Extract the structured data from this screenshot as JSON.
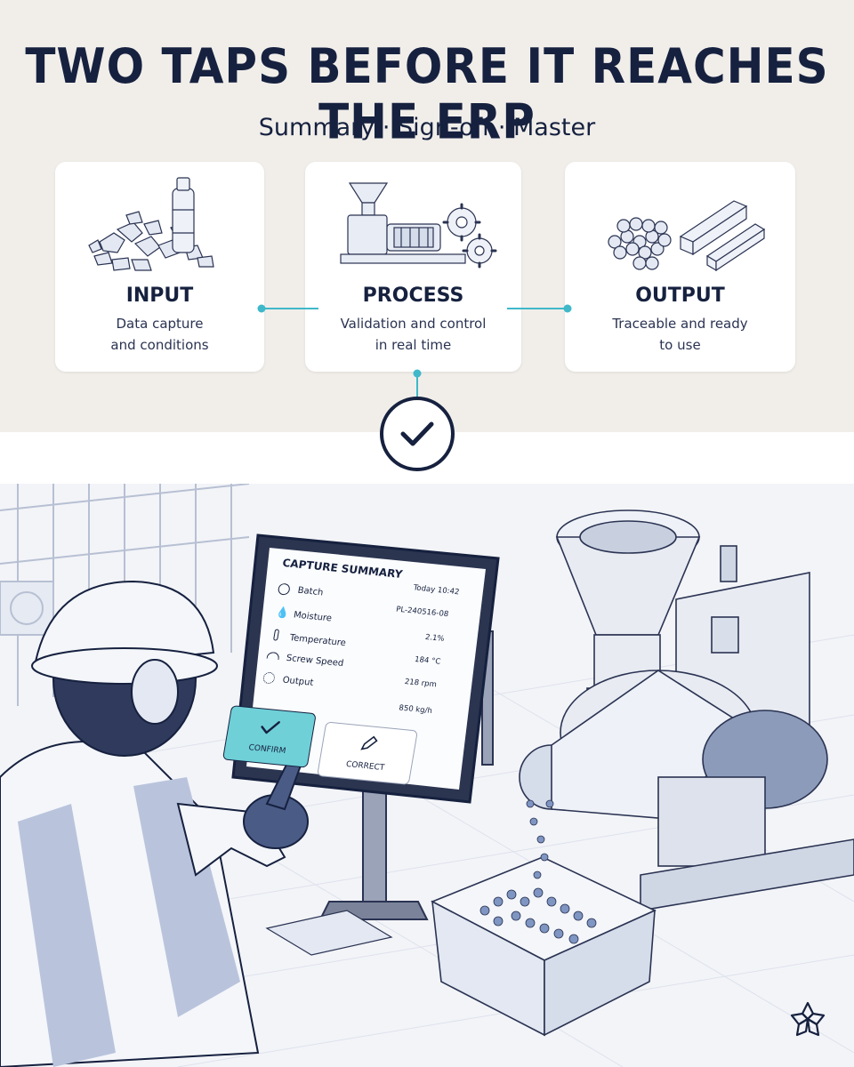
{
  "header": {
    "title": "TWO TAPS BEFORE IT REACHES THE ERP",
    "subtitle": "Summary · Sign-off · Master"
  },
  "cards": [
    {
      "heading": "INPUT",
      "line1": "Data capture",
      "line2": "and conditions"
    },
    {
      "heading": "PROCESS",
      "line1": "Validation and control",
      "line2": "in real time"
    },
    {
      "heading": "OUTPUT",
      "line1": "Traceable and ready",
      "line2": "to use"
    }
  ],
  "tablet": {
    "title": "CAPTURE SUMMARY",
    "timestamp": "Today 10:42",
    "rows": [
      {
        "label": "Batch",
        "value": "PL-240516-08",
        "icon": "clock-icon"
      },
      {
        "label": "Moisture",
        "value": "2.1%",
        "icon": "droplet-icon"
      },
      {
        "label": "Temperature",
        "value": "184 °C",
        "icon": "thermometer-icon"
      },
      {
        "label": "Screw Speed",
        "value": "218 rpm",
        "icon": "gauge-icon"
      },
      {
        "label": "Output",
        "value": "850 kg/h",
        "icon": "pellets-icon"
      }
    ],
    "confirm_label": "CONFIRM",
    "correct_label": "CORRECT"
  },
  "colors": {
    "navy": "#16213f",
    "accent": "#3fb8c9",
    "confirm_fill": "#6fd0d8",
    "background": "#f1eeea"
  }
}
